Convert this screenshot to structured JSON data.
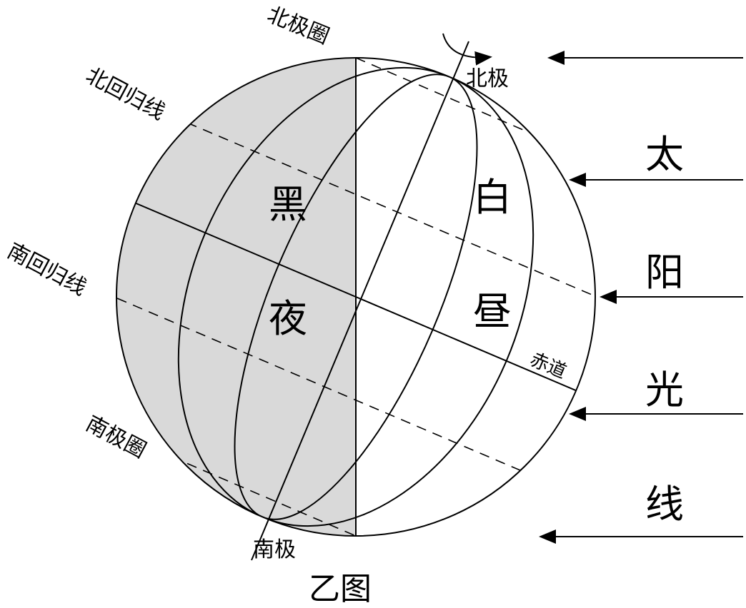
{
  "title": "乙图",
  "labels": {
    "arctic_circle": "北极圈",
    "tropic_cancer": "北回归线",
    "tropic_capricorn": "南回归线",
    "antarctic_circle": "南极圈",
    "north_pole": "北极",
    "south_pole": "南极",
    "equator": "赤道",
    "night_1": "黑",
    "night_2": "夜",
    "day_1": "白",
    "day_2": "昼",
    "sun_1": "太",
    "sun_2": "阳",
    "sun_3": "光",
    "sun_4": "线"
  },
  "colors": {
    "night": "#d9d9d9",
    "line": "#000000"
  }
}
